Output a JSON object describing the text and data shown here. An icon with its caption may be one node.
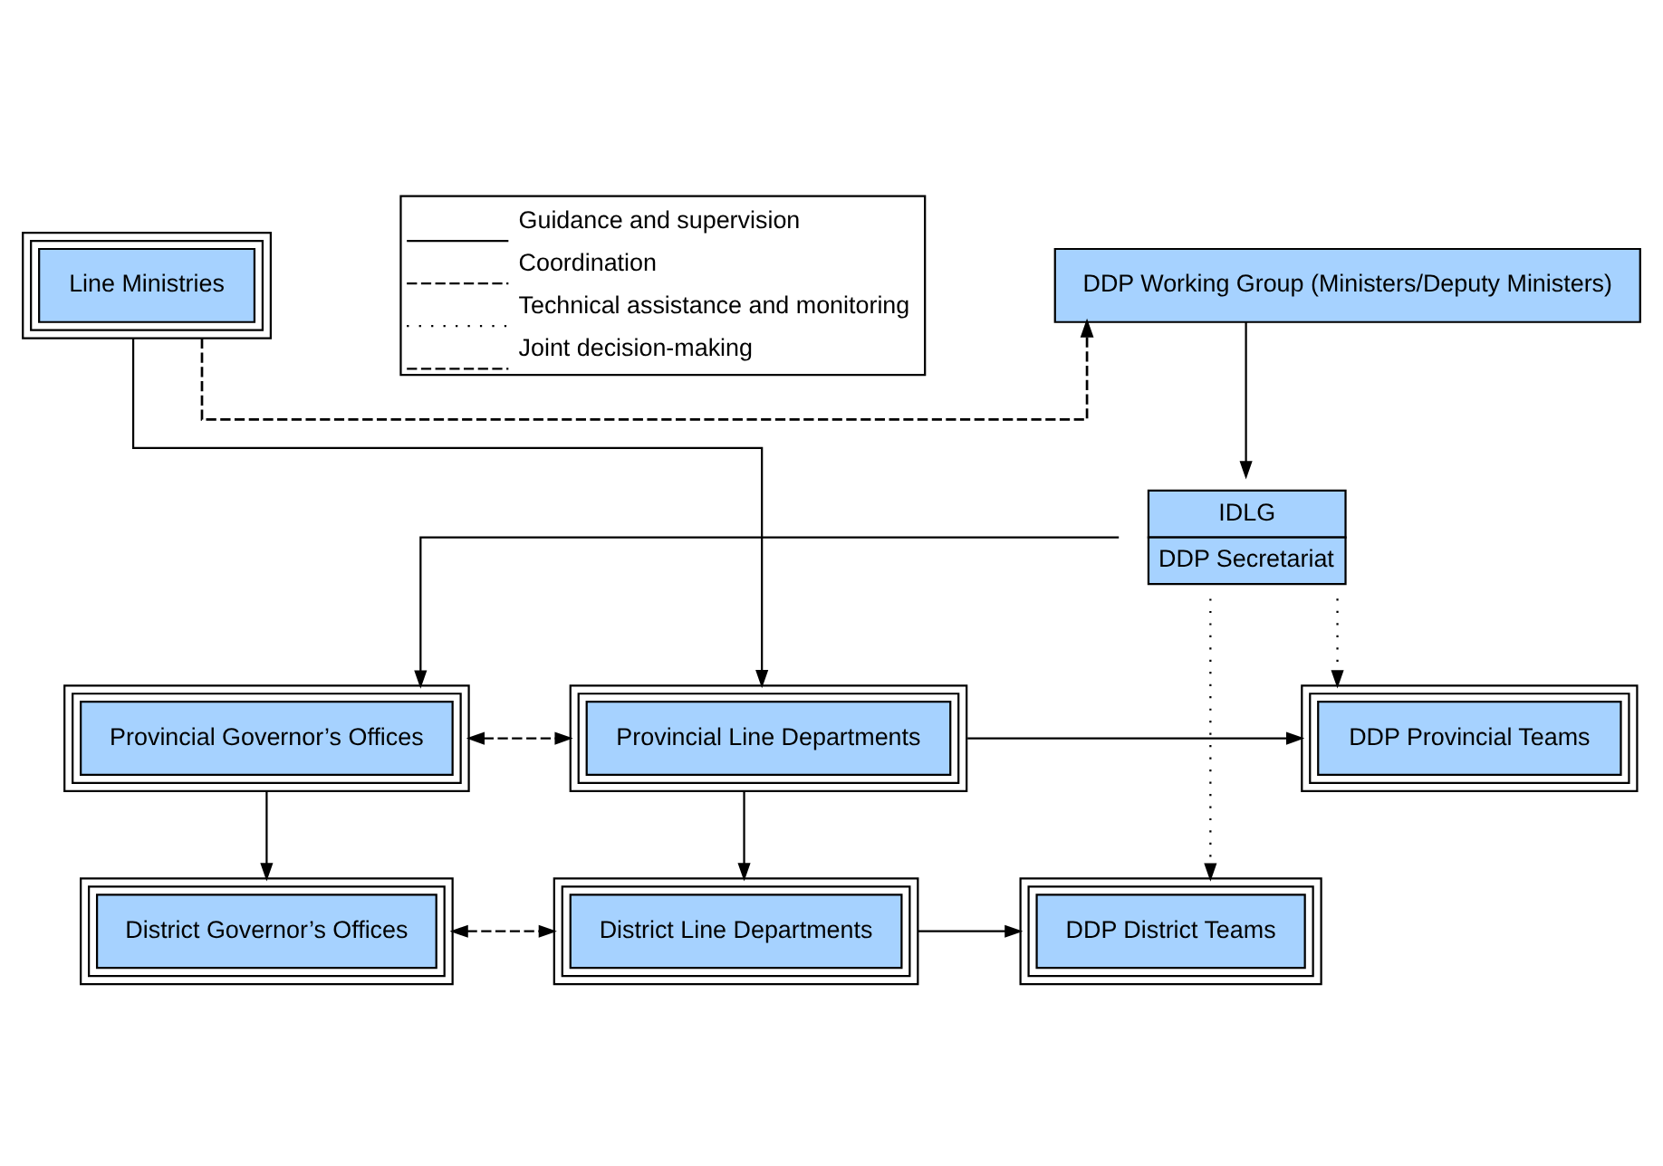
{
  "diagram": {
    "nodes": [
      {
        "text": [
          "DDP Working Group (Ministers/Deputy Ministers)"
        ]
      },
      {
        "text": [
          "Line Ministries"
        ]
      },
      {
        "text": [
          "IDLG",
          "DDP Secretariat"
        ]
      },
      {
        "text": [
          "Provincial Governor’s Offices"
        ]
      },
      {
        "text": [
          "Provincial Line Departments"
        ]
      },
      {
        "text": [
          "DDP Provincial Teams"
        ]
      },
      {
        "text": [
          "District Governor’s Offices"
        ]
      },
      {
        "text": [
          "District Line Departments"
        ]
      },
      {
        "text": [
          "DDP District Teams"
        ]
      }
    ],
    "edges": [
      {
        "from": 1,
        "to": 0,
        "arrow": "to",
        "style": "dashed"
      },
      {
        "from": 0,
        "to": 2,
        "arrow": "to"
      },
      {
        "from": 2,
        "to": 3,
        "arrow": "to"
      },
      {
        "from": 1,
        "to": 4,
        "arrow": "to"
      },
      {
        "from": 3,
        "to": 4,
        "arrow": "both",
        "style": "dashed"
      },
      {
        "from": 4,
        "to": 5,
        "arrow": "to"
      },
      {
        "from": 3,
        "to": 6,
        "arrow": "to"
      },
      {
        "from": 4,
        "to": 7,
        "arrow": "to"
      },
      {
        "from": 6,
        "to": 7,
        "arrow": "both",
        "style": "dashed"
      },
      {
        "from": 7,
        "to": 8,
        "arrow": "to"
      },
      {
        "from": 2,
        "to": 5,
        "arrow": "to",
        "style": "dashed"
      },
      {
        "from": 2,
        "to": 8,
        "arrow": "to",
        "style": "dashed"
      }
    ],
    "legend": [
      {
        "text": "Guidance and supervision"
      },
      {
        "text": "Coordination"
      },
      {
        "text": "Technical assistance and monitoring"
      },
      {
        "text": "Joint decision-making"
      }
    ]
  }
}
